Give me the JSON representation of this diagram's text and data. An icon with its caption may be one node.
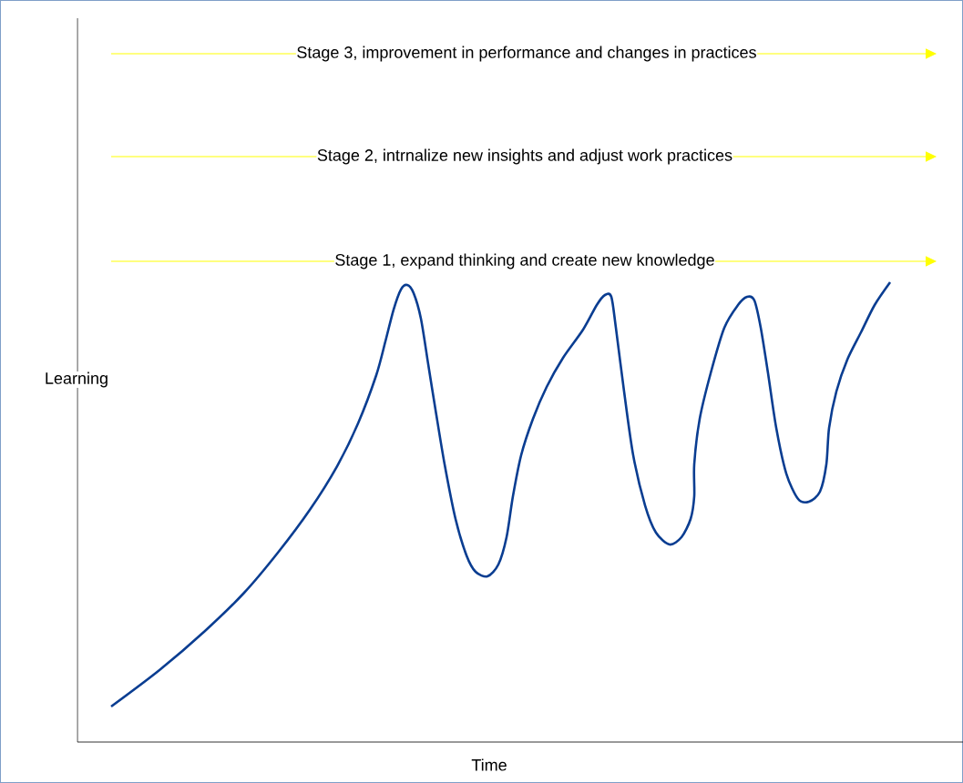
{
  "diagram": {
    "labels": [
      "Stage 3, improvement in performance and changes in practices",
      "Stage 2, intrnalize new insights and adjust work practices",
      "Stage 1, expand thinking and create new knowledge",
      "Learning",
      "Time"
    ]
  }
}
